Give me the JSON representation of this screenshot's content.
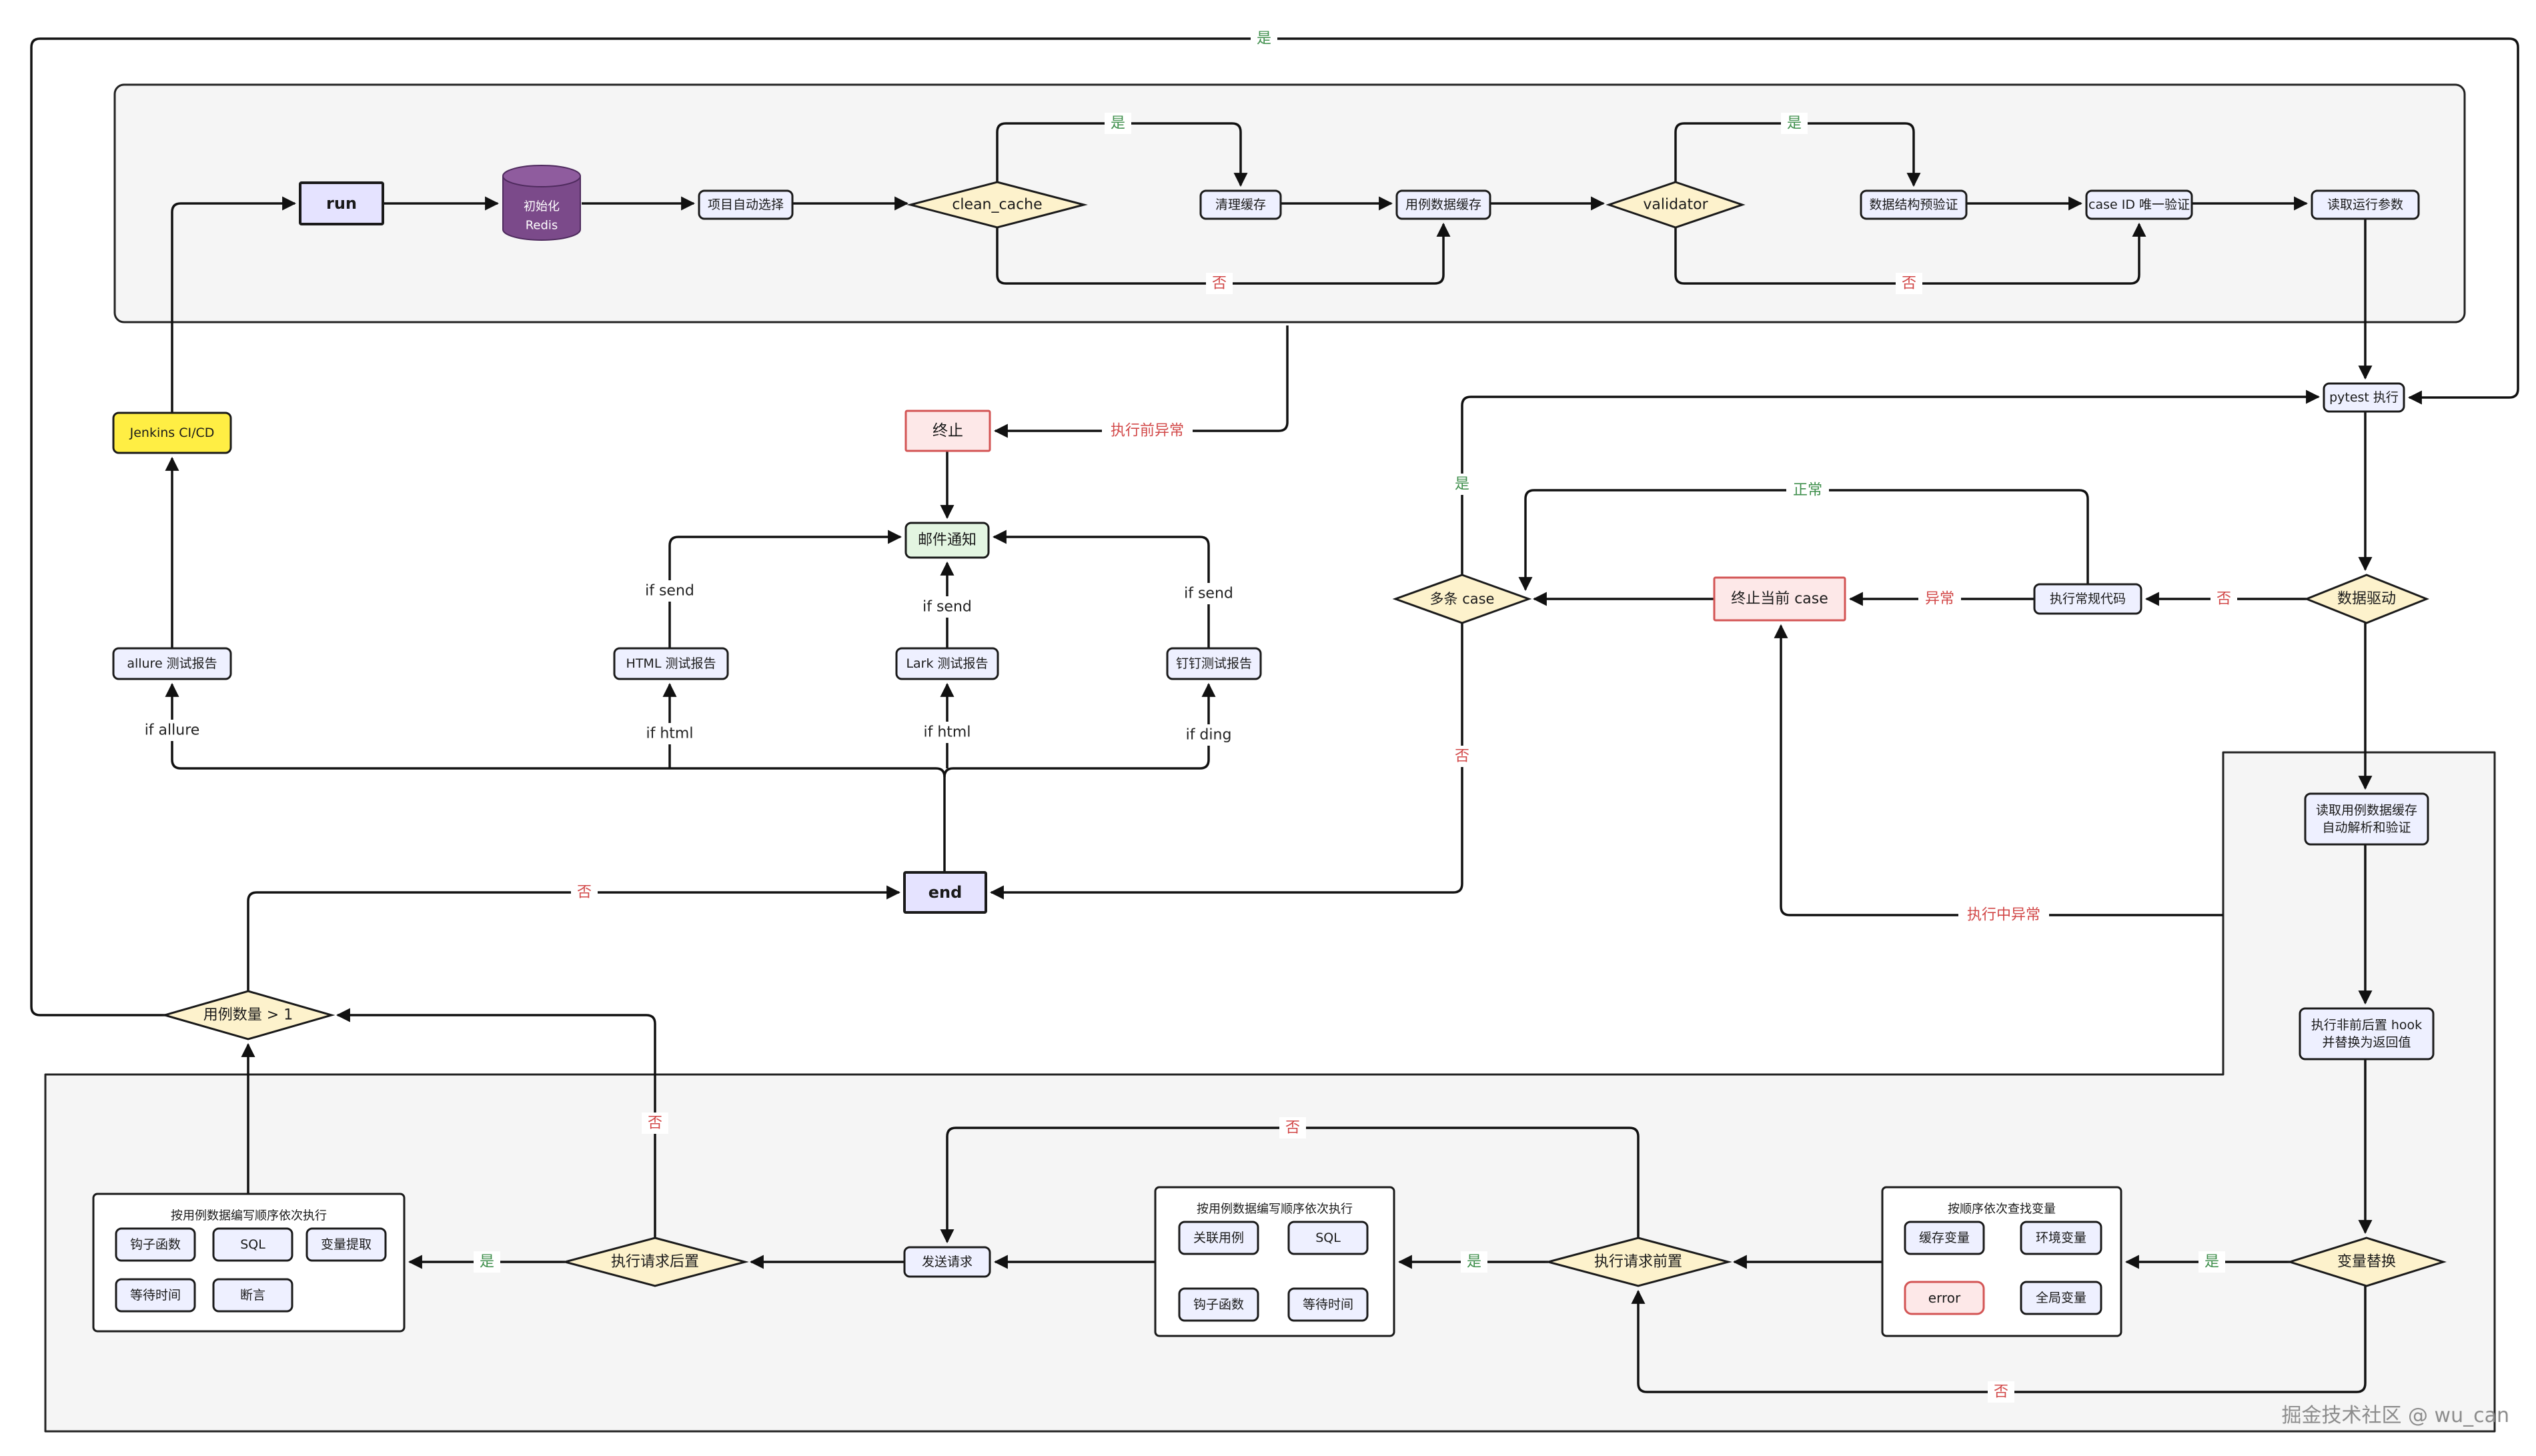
{
  "nodes": {
    "run": "run",
    "redis_line1": "初始化",
    "redis_line2": "Redis",
    "project_select": "项目自动选择",
    "clean_cache": "clean_cache",
    "clear_cache": "清理缓存",
    "case_cache": "用例数据缓存",
    "validator": "validator",
    "schema_check": "数据结构预验证",
    "caseid_check": "case ID 唯一验证",
    "read_params": "读取运行参数",
    "pytest_run": "pytest 执行",
    "jenkins": "Jenkins CI/CD",
    "terminate": "终止",
    "mail": "邮件通知",
    "allure": "allure 测试报告",
    "html_report": "HTML 测试报告",
    "lark": "Lark 测试报告",
    "dingtalk": "钉钉测试报告",
    "data_driven": "数据驱动",
    "normal_code": "执行常规代码",
    "stop_case": "终止当前 case",
    "multi_case": "多条 case",
    "end": "end",
    "read_case_line1": "读取用例数据缓存",
    "read_case_line2": "自动解析和验证",
    "hook_line1": "执行非前后置 hook",
    "hook_line2": "并替换为返回值",
    "var_replace": "变量替换",
    "var_group_title": "按顺序依次查找变量",
    "cache_var": "缓存变量",
    "env_var": "环境变量",
    "global_var": "全局变量",
    "error": "error",
    "pre_request": "执行请求前置",
    "pre_group_title": "按用例数据编写顺序依次执行",
    "related_case": "关联用例",
    "sql_pre": "SQL",
    "hook_func_pre": "钩子函数",
    "wait_pre": "等待时间",
    "send_request": "发送请求",
    "post_request": "执行请求后置",
    "post_group_title": "按用例数据编写顺序依次执行",
    "hook_func_post": "钩子函数",
    "sql_post": "SQL",
    "var_extract": "变量提取",
    "wait_post": "等待时间",
    "assert": "断言",
    "case_count": "用例数量 > 1"
  },
  "edge_labels": {
    "top_yes": "是",
    "clean_yes": "是",
    "clean_no": "否",
    "valid_yes": "是",
    "valid_no": "否",
    "pre_exec_error": "执行前异常",
    "if_send_html": "if send",
    "if_send_lark": "if send",
    "if_send_ding": "if send",
    "if_allure": "if allure",
    "if_html_1": "if html",
    "if_html_2": "if html",
    "if_ding": "if ding",
    "multi_yes": "是",
    "normal": "正常",
    "abnormal": "异常",
    "dd_no": "否",
    "multi_no": "否",
    "runtime_error": "执行中异常",
    "count_no": "否",
    "post_no": "否",
    "post_yes": "是",
    "pre_no": "否",
    "pre_yes": "是",
    "var_yes": "是",
    "var_no": "否"
  },
  "colors": {
    "default_fill": "#eef0ff",
    "run_fill": "#e5e3ff",
    "decision_fill": "#fdf2cc",
    "terminate_fill": "#fde8e8",
    "mail_fill": "#e3f5e1",
    "jenkins_fill": "#ffee44",
    "redis_fill": "#7b4a8a",
    "group_fill": "#f5f5f5",
    "label_yes": "#3f8f4c",
    "label_no": "#d24848"
  },
  "watermark": "掘金技术社区 @ wu_can"
}
